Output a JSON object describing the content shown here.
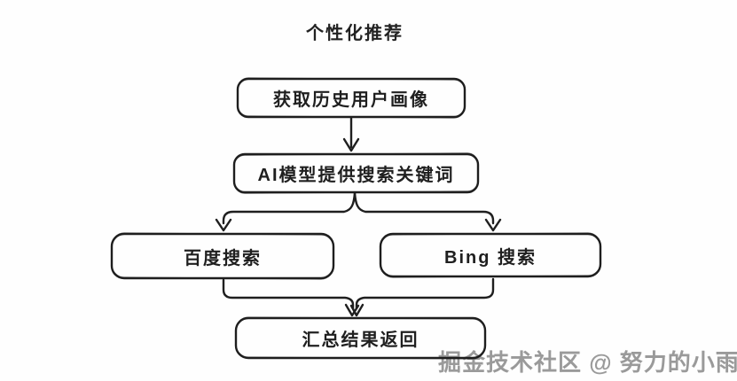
{
  "page": {
    "background": "#fefefe",
    "ink_color": "#1f1f1f"
  },
  "diagram": {
    "title": "个性化推荐",
    "type": "flowchart",
    "nodes": [
      {
        "id": "profile",
        "label": "获取历史用户画像"
      },
      {
        "id": "ai-keywords",
        "label": "AI模型提供搜索关键词"
      },
      {
        "id": "baidu-search",
        "label": "百度搜索"
      },
      {
        "id": "bing-search",
        "label": "Bing 搜索"
      },
      {
        "id": "aggregate",
        "label": "汇总结果返回"
      }
    ],
    "edges": [
      {
        "from": "profile",
        "to": "ai-keywords"
      },
      {
        "from": "ai-keywords",
        "to": "baidu-search"
      },
      {
        "from": "ai-keywords",
        "to": "bing-search"
      },
      {
        "from": "baidu-search",
        "to": "aggregate"
      },
      {
        "from": "bing-search",
        "to": "aggregate"
      }
    ]
  },
  "watermark": {
    "text": "掘金技术社区 @ 努力的小雨",
    "color": "#9a9a9a"
  }
}
